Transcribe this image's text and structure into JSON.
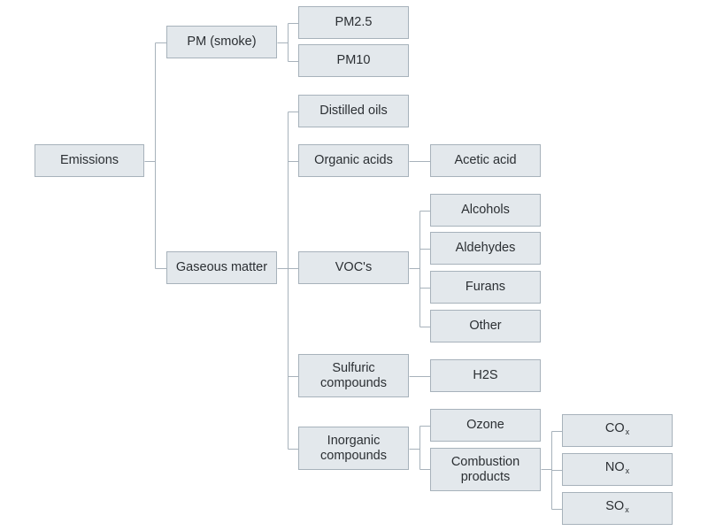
{
  "diagram": {
    "line_color": "#a7b2bb",
    "node_fill": "#e3e8ec",
    "nodes": {
      "emissions": "Emissions",
      "pm_smoke": "PM (smoke)",
      "pm25": "PM2.5",
      "pm10": "PM10",
      "gaseous_matter": "Gaseous matter",
      "distilled_oils": "Distilled oils",
      "organic_acids": "Organic acids",
      "acetic_acid": "Acetic acid",
      "vocs": "VOC's",
      "alcohols": "Alcohols",
      "aldehydes": "Aldehydes",
      "furans": "Furans",
      "other": "Other",
      "sulfuric_compounds": {
        "line1": "Sulfuric",
        "line2": "compounds"
      },
      "h2s": "H2S",
      "inorganic_compounds": {
        "line1": "Inorganic",
        "line2": "compounds"
      },
      "ozone": "Ozone",
      "combustion_products": {
        "line1": "Combustion",
        "line2": "products"
      },
      "cox": {
        "base": "CO",
        "sub": "x"
      },
      "nox": {
        "base": "NO",
        "sub": "x"
      },
      "sox": {
        "base": "SO",
        "sub": "x"
      }
    }
  }
}
